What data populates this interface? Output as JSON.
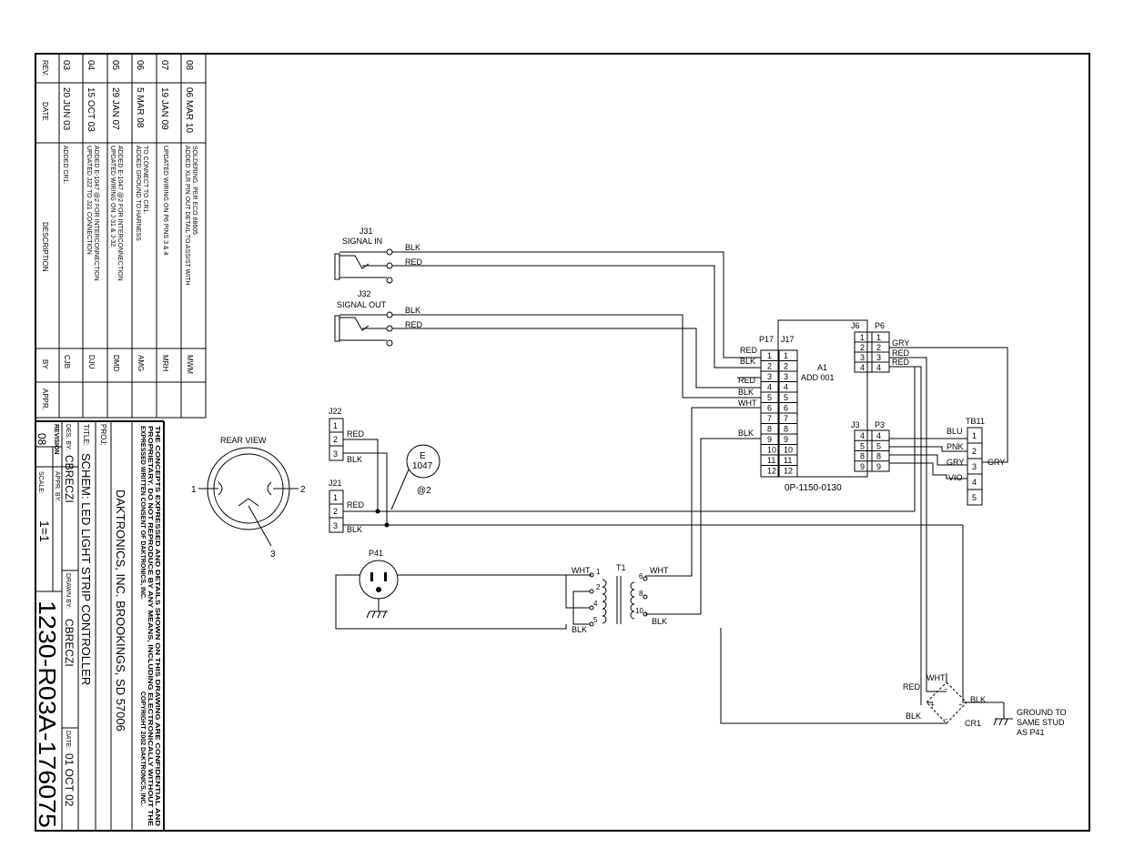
{
  "revisions": {
    "headers": {
      "rev": "REV.",
      "date": "DATE",
      "description": "DESCRIPTION",
      "by": "BY",
      "appr": "APPR."
    },
    "rows": [
      {
        "rev": "08",
        "date": "06 MAR 10",
        "line1": "ADDED XLR PIN OUT DETAIL TO ASSIST WITH",
        "line2": "SOLDERING. PER ECO 68605",
        "by": "MWM"
      },
      {
        "rev": "07",
        "date": "19 JAN 09",
        "line1": "UPDATED WIRING ON P6 PINS 3 & 4",
        "line2": "",
        "by": "MRH"
      },
      {
        "rev": "06",
        "date": "5 MAR 08",
        "line1": "ADDED GROUND TO HARNESS",
        "line2": "TO CONNECT TO CR1.",
        "by": "AMG"
      },
      {
        "rev": "05",
        "date": "29 JAN 07",
        "line1": "UPDATED WIRING ON J-31 & J-32",
        "line2": "ADDED E-1047 @2 FOR INTERCONNECTION",
        "by": "DMD"
      },
      {
        "rev": "04",
        "date": "15 OCT 03",
        "line1": "UPDATED J22 TO J21 CONNECTION",
        "line2": "ADDED E-1047 @2 FOR INTERCONNECTION",
        "by": "DJU"
      },
      {
        "rev": "03",
        "date": "20 JUN 03",
        "line1": "ADDED CR1.",
        "line2": "",
        "by": "CJB"
      }
    ]
  },
  "title_block": {
    "notice1": "THE CONCEPTS EXPRESSED AND DETAILS SHOWN ON THIS DRAWING ARE CONFIDENTIAL AND",
    "notice2": "PROPRIETARY. DO NOT REPRODUCE BY ANY MEANS, INCLUDING ELECTRONICALLY WITHOUT THE",
    "notice3": "EXPRESSED WRITTEN CONSENT OF DAKTRONICS, INC.",
    "copyright": "COPYRIGHT 2002 DAKTRONICS, INC.",
    "company": "DAKTRONICS, INC.  BROOKINGS, SD 57006",
    "proj_label": "PROJ:",
    "title_label": "TITLE:",
    "title": "SCHEM: LED LIGHT STRIP CONTROLLER",
    "des_label": "DES. BY:",
    "des": "CBRECZI",
    "drawn_label": "DRAWN BY:",
    "drawn": "CBRECZI",
    "date_label": "DATE:",
    "date": "01 OCT 02",
    "rev_label": "REVISION",
    "rev": "08",
    "appr_label": "APPR. BY:",
    "scale_label": "SCALE:",
    "scale": "1=1",
    "drawing_number": "1230-R03A-176075"
  },
  "rear_view": {
    "title": "REAR VIEW",
    "pin1": "1",
    "pin2": "2",
    "pin3": "3"
  },
  "schematic": {
    "j31": {
      "name": "J31",
      "label": "SIGNAL IN",
      "w1": "BLK",
      "w2": "RED"
    },
    "j32": {
      "name": "J32",
      "label": "SIGNAL OUT",
      "w1": "BLK",
      "w2": "RED"
    },
    "j22": {
      "name": "J22",
      "p1": "1",
      "p2": "2",
      "p3": "3",
      "w1": "RED",
      "w2": "BLK"
    },
    "j21": {
      "name": "J21",
      "p1": "1",
      "p2": "2",
      "p3": "3",
      "w1": "RED",
      "w2": "BLK"
    },
    "e1047": {
      "name": "E",
      "num": "1047",
      "ref": "@2"
    },
    "p17_name": "P17",
    "j17_name": "J17",
    "j17_pins": [
      "1",
      "2",
      "3",
      "4",
      "5",
      "6",
      "7",
      "8",
      "9",
      "10",
      "11",
      "12"
    ],
    "p17_wires": {
      "r1": "RED",
      "r2": "BLK",
      "r3": "RED",
      "r4": "BLK",
      "r5": "WHT",
      "r8": "BLK"
    },
    "a1": {
      "name": "A1",
      "sub": "ADD 001",
      "part": "0P-1150-0130"
    },
    "j6_name": "J6",
    "p6_name": "P6",
    "j6_pins": [
      "1",
      "2",
      "3",
      "4"
    ],
    "p6_wires": {
      "r2": "GRY",
      "r3a": "RED",
      "r3b": "RED"
    },
    "j3_name": "J3",
    "p3_name": "P3",
    "j3_pins": [
      "4",
      "5",
      "8",
      "9"
    ],
    "p3_wires": {
      "a": "BLU",
      "b": "PNK",
      "c": "GRY",
      "d": "VIO"
    },
    "tb11": {
      "name": "TB11",
      "pins": [
        "1",
        "2",
        "3",
        "4",
        "5"
      ],
      "gry": "GRY"
    },
    "p41": {
      "name": "P41"
    },
    "t1": {
      "name": "T1",
      "p1": "1",
      "p2": "2",
      "p4": "4",
      "p5": "5",
      "p6": "6",
      "p8": "8",
      "p10": "10",
      "w_wht_l": "WHT",
      "w_blk_l": "BLK",
      "w_wht_r": "WHT",
      "w_blk_r": "BLK"
    },
    "cr1": {
      "name": "CR1",
      "wht": "WHT",
      "red": "RED",
      "blk_l": "BLK",
      "blk_r": "BLK"
    },
    "ground_note1": "GROUND TO",
    "ground_note2": "SAME STUD",
    "ground_note3": "AS P41"
  }
}
